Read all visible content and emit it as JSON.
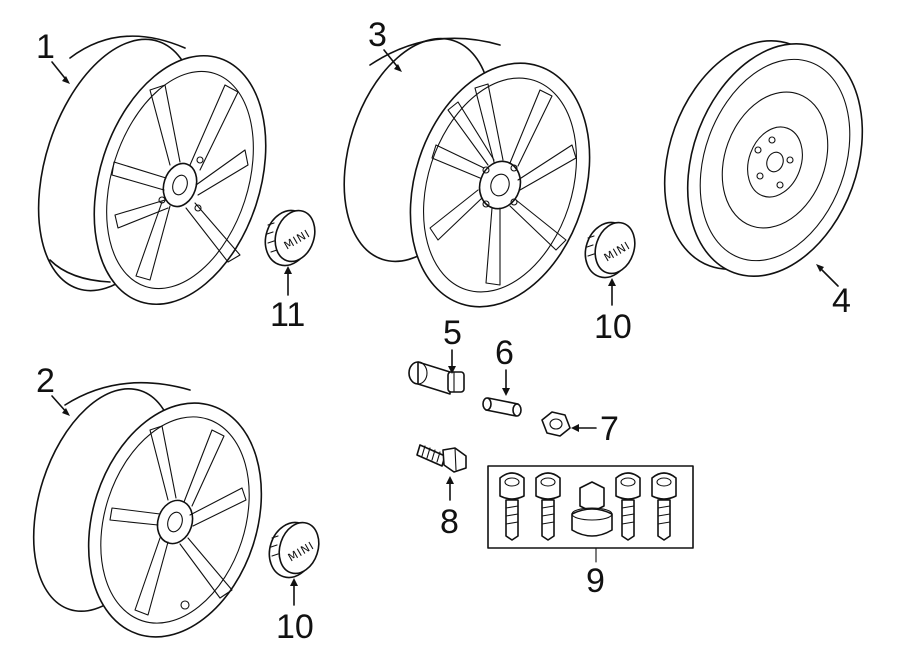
{
  "callouts": {
    "c1": "1",
    "c2": "2",
    "c3": "3",
    "c4": "4",
    "c5": "5",
    "c6": "6",
    "c7": "7",
    "c8": "8",
    "c9": "9",
    "c10a": "10",
    "c10b": "10",
    "c11": "11"
  },
  "cap_logo": "MINI"
}
